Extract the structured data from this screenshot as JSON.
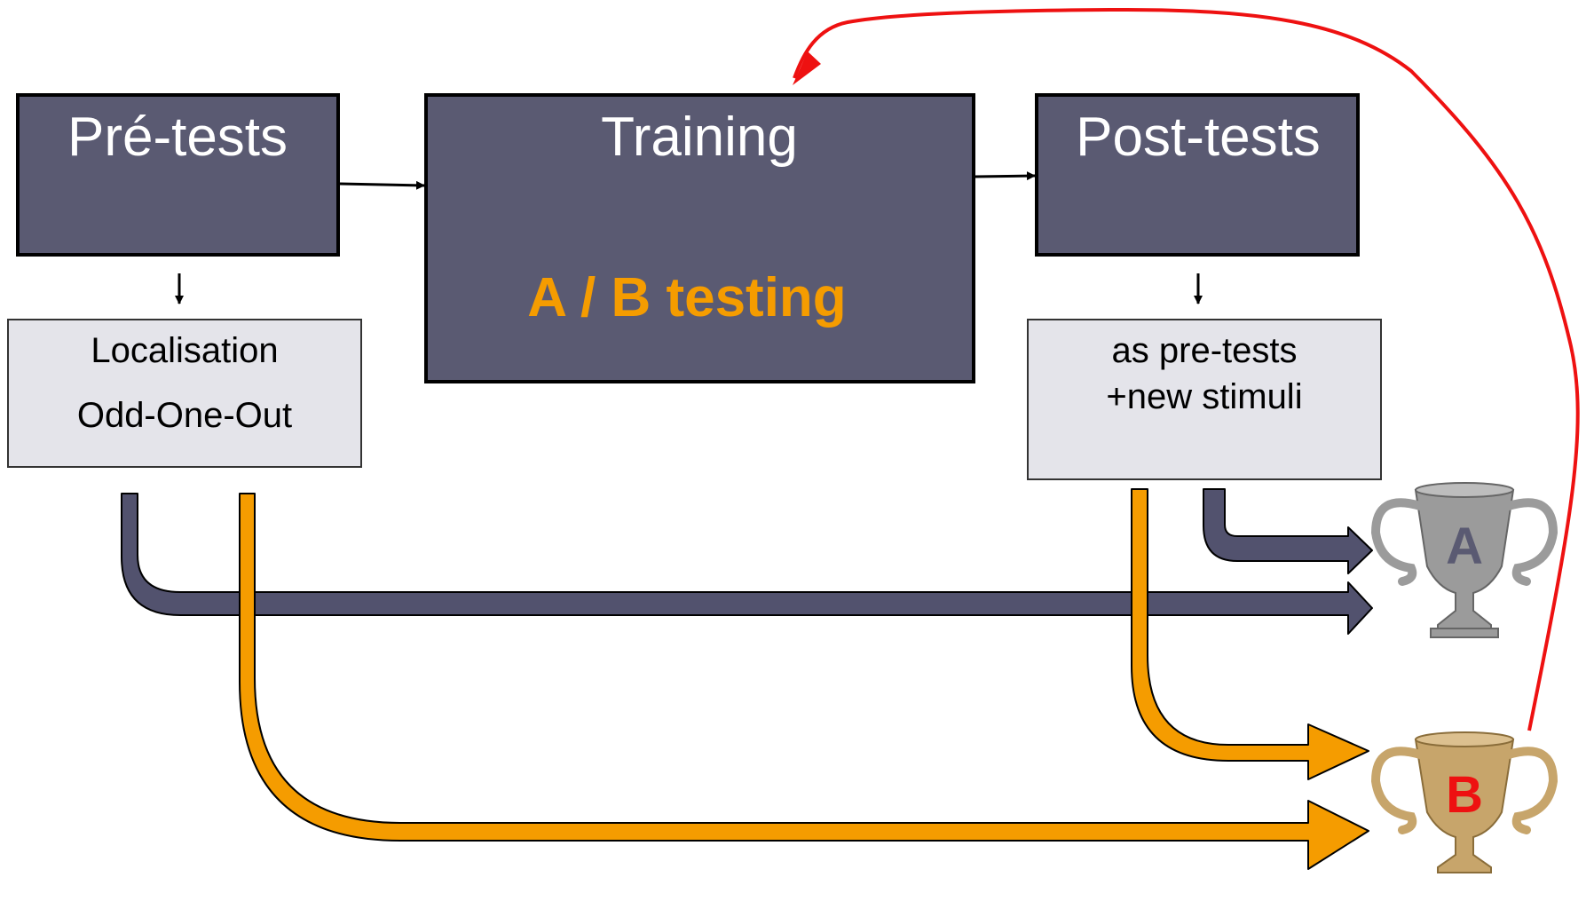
{
  "colors": {
    "box_dark": "#5a5a72",
    "box_light": "#e4e4ea",
    "orange": "#f59c00",
    "navy_arrow": "#52526e",
    "red": "#ee1111",
    "trophy_silver": "#9b9b9b",
    "trophy_bronze": "#c7a56b"
  },
  "boxes": {
    "pretests": {
      "title": "Pré-tests"
    },
    "training": {
      "title": "Training",
      "subtitle": "A / B testing"
    },
    "posttests": {
      "title": "Post-tests"
    }
  },
  "notes": {
    "pretests": {
      "line1": "Localisation",
      "line2": "Odd-One-Out"
    },
    "posttests": {
      "line1": "as pre-tests",
      "line2": "+new stimuli"
    }
  },
  "trophies": {
    "a": {
      "letter": "A",
      "icon": "trophy-silver-icon"
    },
    "b": {
      "letter": "B",
      "icon": "trophy-bronze-icon"
    }
  }
}
